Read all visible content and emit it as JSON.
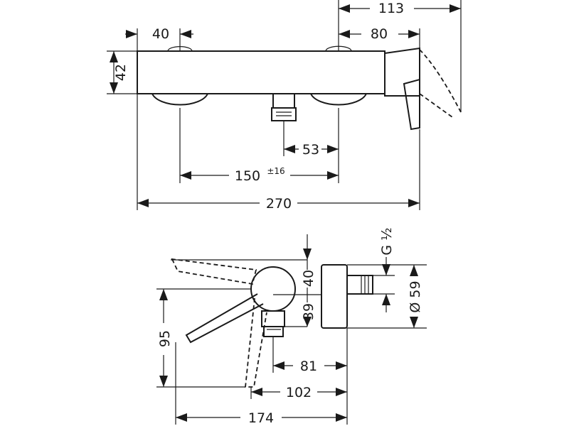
{
  "top_view": {
    "dim_113": "113",
    "dim_40": "40",
    "dim_80": "80",
    "dim_42": "42",
    "dim_53": "53",
    "dim_150": "150",
    "dim_150_tol": "±16",
    "dim_270": "270"
  },
  "side_view": {
    "thread": "G ½",
    "dim_40": "40",
    "dim_39": "39",
    "dim_diam_59": "Ø 59",
    "dim_95": "95",
    "dim_81": "81",
    "dim_102": "102",
    "dim_174": "174"
  }
}
